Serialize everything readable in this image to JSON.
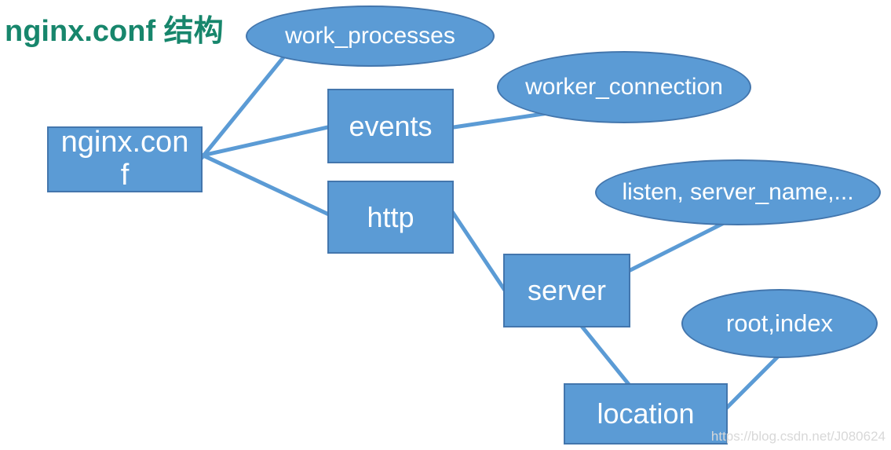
{
  "page": {
    "title": "nginx.conf 结构",
    "watermark": "https://blog.csdn.net/J080624"
  },
  "colors": {
    "title": "#17866C",
    "node_fill": "#5B9BD5",
    "node_border": "#4376AD",
    "node_text": "#FFFFFF",
    "edge": "#5B9BD5",
    "watermark": "#D8D8D8"
  },
  "diagram": {
    "nodes": [
      {
        "id": "nginx-conf",
        "label": "nginx.conf",
        "shape": "rect"
      },
      {
        "id": "work-processes",
        "label": "work_processes",
        "shape": "ellipse"
      },
      {
        "id": "events",
        "label": "events",
        "shape": "rect"
      },
      {
        "id": "worker-connection",
        "label": "worker_connection",
        "shape": "ellipse"
      },
      {
        "id": "http",
        "label": "http",
        "shape": "rect"
      },
      {
        "id": "listen-server-name",
        "label": "listen, server_name,...",
        "shape": "ellipse"
      },
      {
        "id": "server",
        "label": "server",
        "shape": "rect"
      },
      {
        "id": "root-index",
        "label": "root,index",
        "shape": "ellipse"
      },
      {
        "id": "location",
        "label": "location",
        "shape": "rect"
      }
    ],
    "edges": [
      {
        "from": "nginx.conf",
        "to": "work_processes"
      },
      {
        "from": "nginx.conf",
        "to": "events"
      },
      {
        "from": "nginx.conf",
        "to": "http"
      },
      {
        "from": "events",
        "to": "worker_connection"
      },
      {
        "from": "http",
        "to": "server"
      },
      {
        "from": "server",
        "to": "listen, server_name,..."
      },
      {
        "from": "server",
        "to": "location"
      },
      {
        "from": "location",
        "to": "root,index"
      }
    ]
  }
}
